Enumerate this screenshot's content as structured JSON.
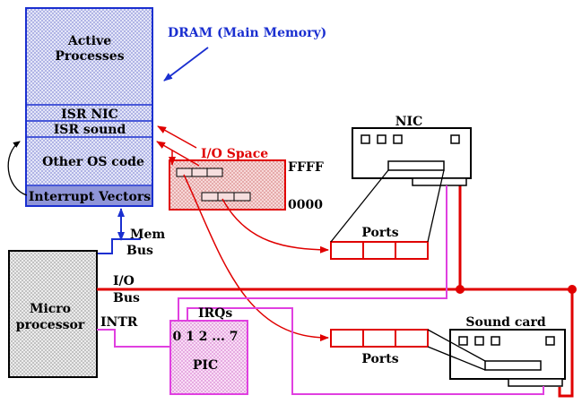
{
  "dram": {
    "title": "DRAM  (Main  Memory)",
    "active_line1": "Active",
    "active_line2": "Processes",
    "isr_nic": "ISR NIC",
    "isr_sound": "ISR  sound",
    "other_os": "Other OS code",
    "interrupt_vectors": "Interrupt  Vectors"
  },
  "io_space": {
    "title": "I/O  Space",
    "top_address": "FFFF",
    "bottom_address": "0000"
  },
  "nic": {
    "label": "NIC"
  },
  "sound_card": {
    "label": "Sound  card"
  },
  "ports": {
    "nic_label": "Ports",
    "sound_label": "Ports"
  },
  "buses": {
    "mem_line1": "Mem",
    "mem_line2": "Bus",
    "io_line1": "I/O",
    "io_line2": "Bus"
  },
  "cpu": {
    "line1": "Micro",
    "line2": "processor",
    "intr": "INTR"
  },
  "pic": {
    "irqs": "IRQs",
    "irq_numbers": "0 1 2 ... 7",
    "label": "PIC"
  },
  "colors": {
    "memory_fill": "#d6d8f2",
    "memory_stroke": "#1a2fd0",
    "io_fill": "#f2c8c8",
    "bus_red": "#e00000",
    "irq_magenta": "#e040e0",
    "pic_fill": "#f7d2f4"
  }
}
